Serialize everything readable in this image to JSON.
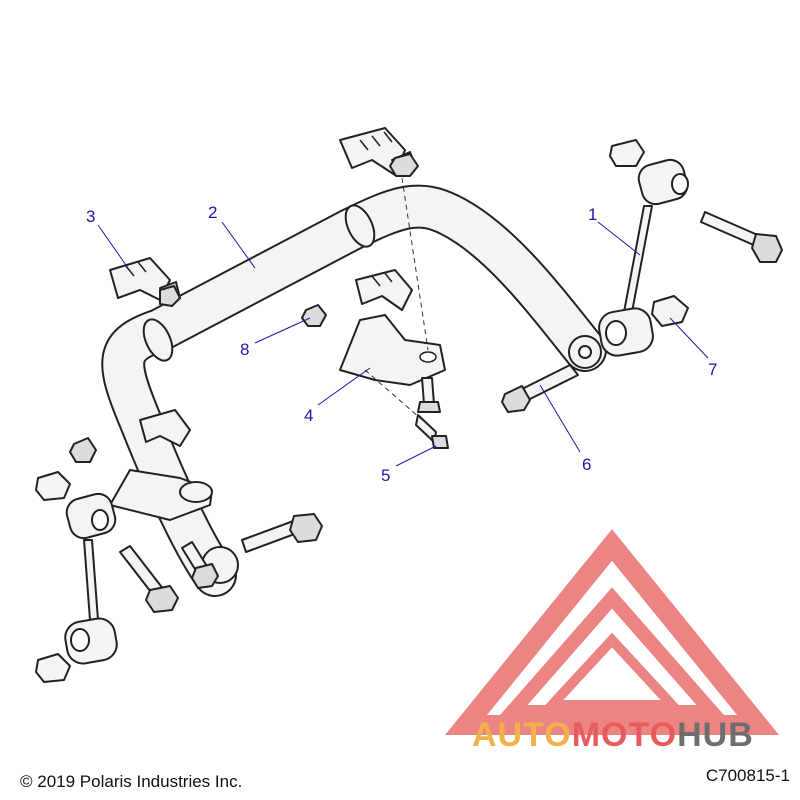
{
  "diagram": {
    "callouts": [
      {
        "num": "1",
        "part": "link"
      },
      {
        "num": "2",
        "part": "stabilizer-bar"
      },
      {
        "num": "3",
        "part": "bushing"
      },
      {
        "num": "4",
        "part": "bracket"
      },
      {
        "num": "5",
        "part": "bolt"
      },
      {
        "num": "6",
        "part": "bolt"
      },
      {
        "num": "7",
        "part": "nut"
      },
      {
        "num": "8",
        "part": "nut"
      }
    ],
    "colors": {
      "callout": "#1a1aa8",
      "line_art": "#222222",
      "watermark_red": "#e85b5b",
      "watermark_orange": "#f2b24a",
      "watermark_gray": "#6e6e6e"
    }
  },
  "footer": {
    "copyright": "© 2019 Polaris Industries Inc.",
    "figure_id": "C700815-1"
  },
  "watermark": {
    "auto": "AUTO",
    "moto": "MOTO",
    "hub": "HUB"
  }
}
